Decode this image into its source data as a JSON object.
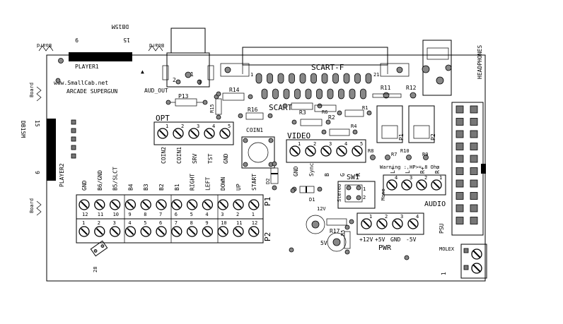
{
  "board": {
    "url": "www.SmallCab.net",
    "product": "ARCADE SUPERGUN",
    "edge_top": "DB15M",
    "edge_left": "DB15M",
    "board_marks": [
      "Board",
      "Board",
      "Board",
      "Board"
    ],
    "pin_9": "9",
    "pin_15": "15"
  },
  "connectors": {
    "player1": "PLAYER1",
    "player2": "PLAYER2",
    "scart": "SCART",
    "scart_f": "SCART-F",
    "scart_pin1": "1",
    "scart_pin21": "21",
    "aud_out": "AUD_OUT",
    "headphones": "HEADPHONES",
    "opt": "OPT",
    "video": "VIDEO",
    "coin1": "COIN1",
    "sw1": "SW1",
    "audio": "AUDIO",
    "pwr": "PWR",
    "psu": "PSU",
    "molex": "MOLEX",
    "p1": "P1",
    "p2": "P2",
    "jamma_28": "28",
    "psu_1": "1"
  },
  "components": {
    "r11": "R11",
    "r12": "R12",
    "r13": "P13",
    "r14": "R14",
    "r15": "R15",
    "r16": "R16",
    "r3": "R3",
    "r6": "R6",
    "r1": "R1",
    "r2": "R2",
    "r4": "R4",
    "r8": "R8",
    "r7": "R7",
    "r10": "R10",
    "r9": "R9",
    "r17": "R17",
    "r5": "R5",
    "d1": "D1",
    "d2": "D2",
    "p1chip": "P1",
    "p2chip": "P2",
    "c12v": "12V",
    "c5v": "5V"
  },
  "opt_labels": [
    "COIN2",
    "COIN1",
    "SRV",
    "TST",
    "GND"
  ],
  "opt_pins": [
    "1",
    "2",
    "3",
    "4",
    "5"
  ],
  "video_labels": [
    "GND",
    "Sync",
    "B",
    "G",
    "R"
  ],
  "video_pins": [
    "1",
    "2",
    "3",
    "4",
    "5"
  ],
  "sw1_labels": [
    "Stereo",
    "Mono"
  ],
  "audio_labels": [
    "L+",
    "L-",
    "R+",
    "R-"
  ],
  "audio_pins": [
    "4",
    "3",
    "2",
    "1"
  ],
  "pwr_labels": [
    "+12V",
    "+5V",
    "GND",
    "-5V"
  ],
  "pwr_pins": [
    "1",
    "2",
    "3",
    "4"
  ],
  "warning": "Warning : HP>= 8 Ohm",
  "jamma_labels": [
    "GND",
    "B6/GND",
    "B5/SLCT",
    "B4",
    "B3",
    "B2",
    "B1",
    "RIGHT",
    "LEFT",
    "DOWN",
    "UP",
    "START"
  ],
  "p1_pins": [
    "12",
    "11",
    "10",
    "9",
    "8",
    "7",
    "6",
    "5",
    "4",
    "3",
    "2",
    "1"
  ],
  "p2_pins": [
    "1",
    "2",
    "3",
    "4",
    "5",
    "6",
    "7",
    "8",
    "9",
    "10",
    "11",
    "12"
  ],
  "aud_pins": [
    "1",
    "2",
    "3"
  ],
  "sw1_pins": [
    "1",
    "2"
  ],
  "audio_num": "3"
}
